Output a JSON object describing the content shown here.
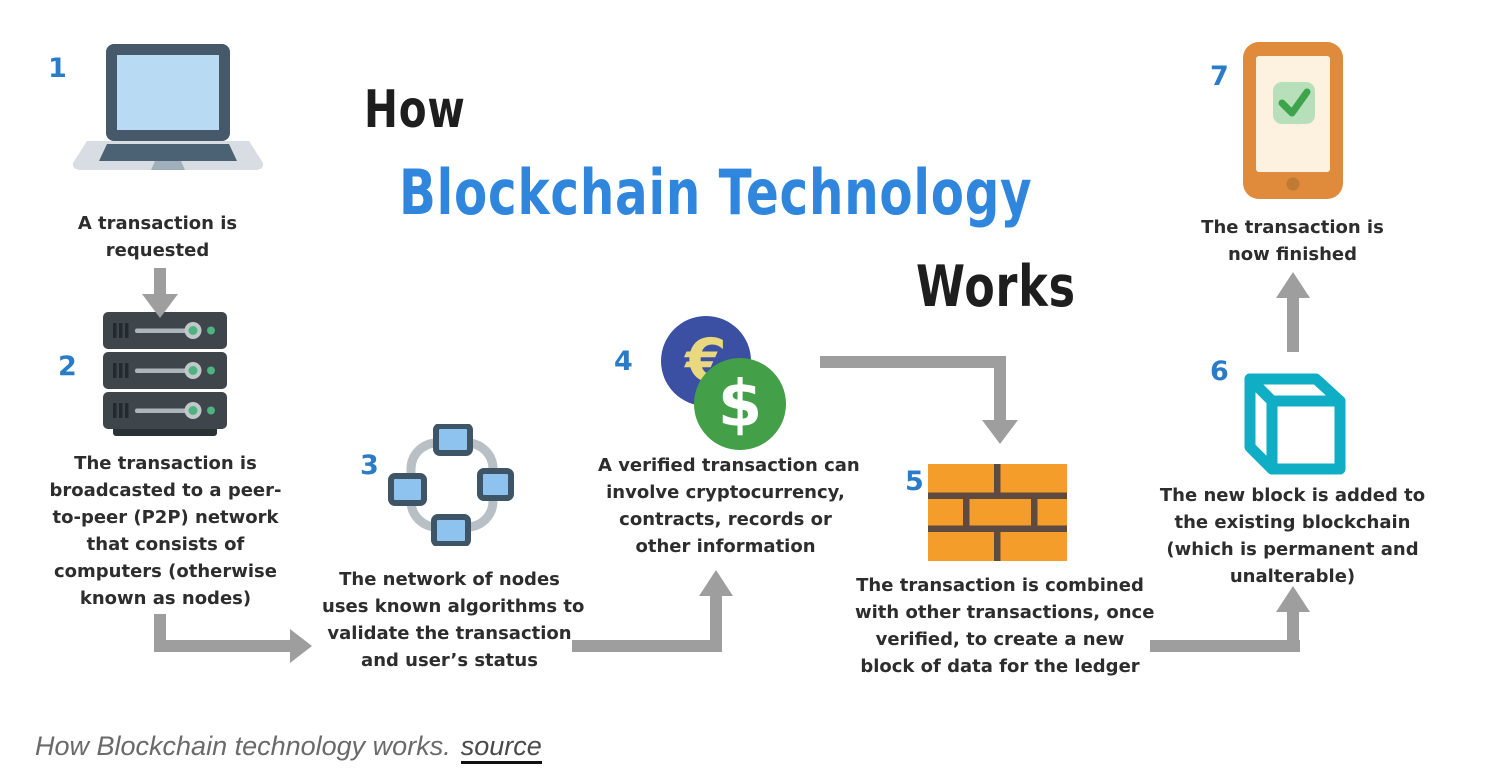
{
  "colors": {
    "title_blue": "#2f86dc",
    "number_blue": "#2b7cc8",
    "text_dark": "#2d2d2d",
    "arrow_gray": "#9e9e9e",
    "caption_gray": "#6a6a6a",
    "brick_orange": "#f59d2b",
    "cube_cyan": "#10aec5",
    "coin_green": "#43a048",
    "coin_blue": "#3b4fa3"
  },
  "title": {
    "word1": "How",
    "word2": "Blockchain Technology",
    "word3": "Works"
  },
  "steps": [
    {
      "number": "1",
      "icon": "laptop-icon",
      "label": "A transaction is\nrequested"
    },
    {
      "number": "2",
      "icon": "server-stack-icon",
      "label": "The transaction is\nbroadcasted to a peer-\nto-peer (P2P) network\nthat consists of\ncomputers (otherwise\nknown as nodes)"
    },
    {
      "number": "3",
      "icon": "network-nodes-icon",
      "label": "The network of nodes\nuses known algorithms to\nvalidate the transaction\nand user’s status"
    },
    {
      "number": "4",
      "icon": "currency-coins-icon",
      "label": "A verified transaction can\ninvolve cryptocurrency,\ncontracts, records or\nother information"
    },
    {
      "number": "5",
      "icon": "brick-wall-icon",
      "label": "The transaction is combined\nwith other transactions, once\nverified, to create a new\nblock of data for the ledger"
    },
    {
      "number": "6",
      "icon": "cube-block-icon",
      "label": "The new block is added to\nthe existing blockchain\n(which is permanent and\nunalterable)"
    },
    {
      "number": "7",
      "icon": "tablet-check-icon",
      "label": "The transaction is\nnow finished"
    }
  ],
  "coins": {
    "euro_symbol": "€",
    "dollar_symbol": "$"
  },
  "caption": {
    "text": "How Blockchain technology works.",
    "link_label": "source"
  }
}
